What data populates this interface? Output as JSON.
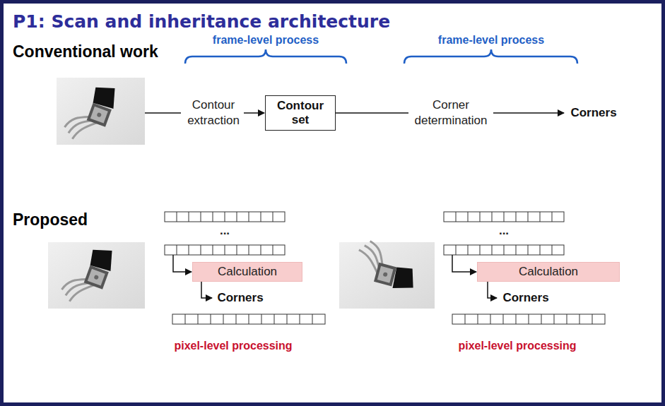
{
  "diagram": {
    "title": "P1: Scan and inheritance architecture",
    "nodes": [
      {
        "text": [
          "Contour set"
        ]
      },
      {
        "text": [
          "Calculation"
        ]
      },
      {
        "text": [
          "Calculation"
        ]
      }
    ],
    "labels": [
      "Conventional work",
      "frame-level process",
      "frame-level process",
      "Contour extraction",
      "Corner determination",
      "Corners",
      "Proposed",
      "...",
      "Corners",
      "pixel-level processing",
      "...",
      "Corners",
      "pixel-level processing"
    ]
  }
}
